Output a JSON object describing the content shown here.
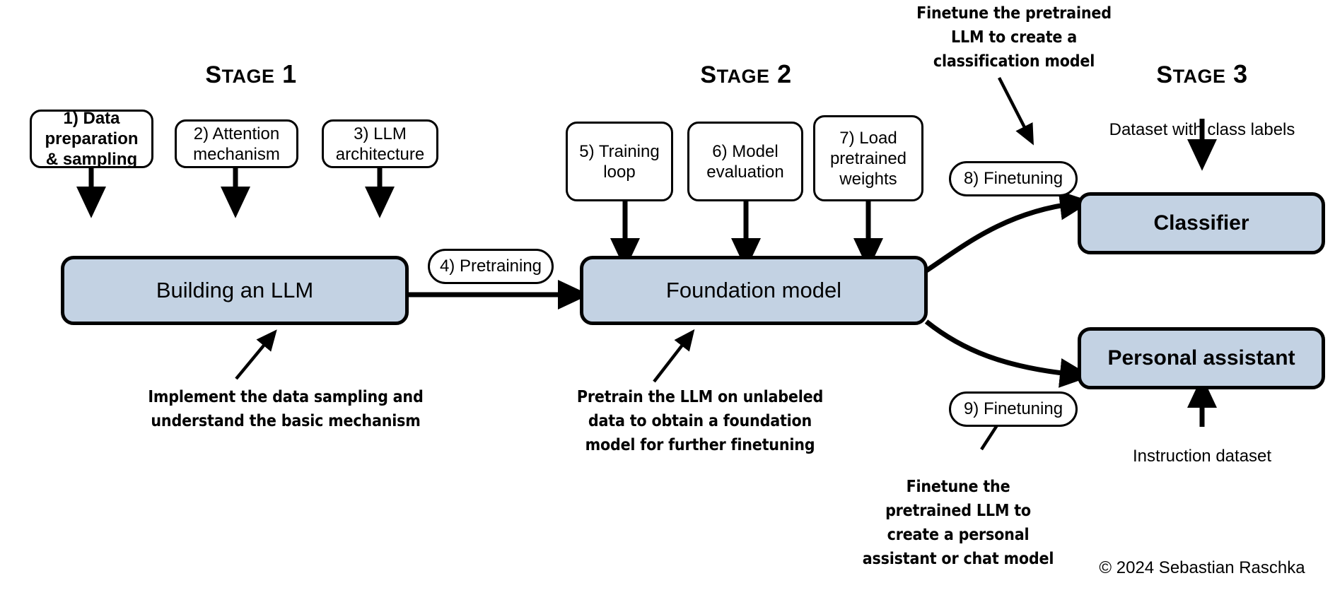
{
  "figure": {
    "title_stages": [
      {
        "id": "stage-1",
        "cap": "S",
        "small": "TAGE",
        "num": "1"
      },
      {
        "id": "stage-2",
        "cap": "S",
        "small": "TAGE",
        "num": "2"
      },
      {
        "id": "stage-3",
        "cap": "S",
        "small": "TAGE",
        "num": "3"
      }
    ],
    "copyright": "© 2024 Sebastian Raschka",
    "colors": {
      "model_fill": "#c3d2e3",
      "stroke": "#000000",
      "background": "#ffffff"
    }
  },
  "stage1": {
    "boxes": [
      {
        "id": "box-1",
        "line1": "1) Data",
        "line2": "preparation",
        "line3": "& sampling",
        "bold": true
      },
      {
        "id": "box-2",
        "line1": "2) Attention",
        "line2": "mechanism",
        "bold": false
      },
      {
        "id": "box-3",
        "line1": "3) LLM",
        "line2": "architecture",
        "bold": false
      }
    ],
    "model": "Building an LLM",
    "annotation_line1": "Implement the data sampling and",
    "annotation_line2": "understand the basic mechanism"
  },
  "stage2": {
    "pretraining_pill": "4) Pretraining",
    "boxes": [
      {
        "id": "box-5",
        "line1": "5) Training",
        "line2": "loop",
        "bold": false
      },
      {
        "id": "box-6",
        "line1": "6) Model",
        "line2": "evaluation",
        "bold": false
      },
      {
        "id": "box-7",
        "line1": "7) Load",
        "line2": "pretrained",
        "line3": "weights",
        "bold": false
      }
    ],
    "model": "Foundation model",
    "annotation_line1": "Pretrain the LLM on unlabeled",
    "annotation_line2": "data to obtain a foundation",
    "annotation_line3": "model for further finetuning"
  },
  "stage3": {
    "finetune_pill_classifier": "8) Finetuning",
    "finetune_pill_assistant": "9) Finetuning",
    "classifier": "Classifier",
    "assistant": "Personal assistant",
    "classifier_dataset_caption": "Dataset with class labels",
    "assistant_dataset_caption": "Instruction dataset",
    "classifier_annotation_line1": "Finetune the pretrained",
    "classifier_annotation_line2": "LLM to create a",
    "classifier_annotation_line3": "classification model",
    "assistant_annotation_line1": "Finetune the",
    "assistant_annotation_line2": "pretrained LLM to",
    "assistant_annotation_line3": "create a personal",
    "assistant_annotation_line4": "assistant or chat model"
  }
}
